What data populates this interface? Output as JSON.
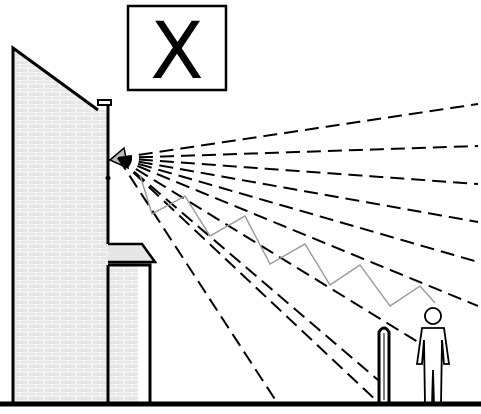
{
  "verdict": {
    "symbol": "X",
    "meaning": "incorrect-example"
  },
  "light": {
    "beam_style": "dashed",
    "beam_count": 10
  },
  "colors": {
    "ink": "#000000",
    "brick_fill": "#e6e6e6",
    "brick_line": "#ffffff",
    "lamp_fill": "#bdbdbd",
    "stair_line": "#9a9a9a",
    "background": "#ffffff"
  },
  "icons": {
    "lamp": "wall-light-fixture-icon",
    "person": "person-figure-icon",
    "bollard": "bollard-icon"
  }
}
